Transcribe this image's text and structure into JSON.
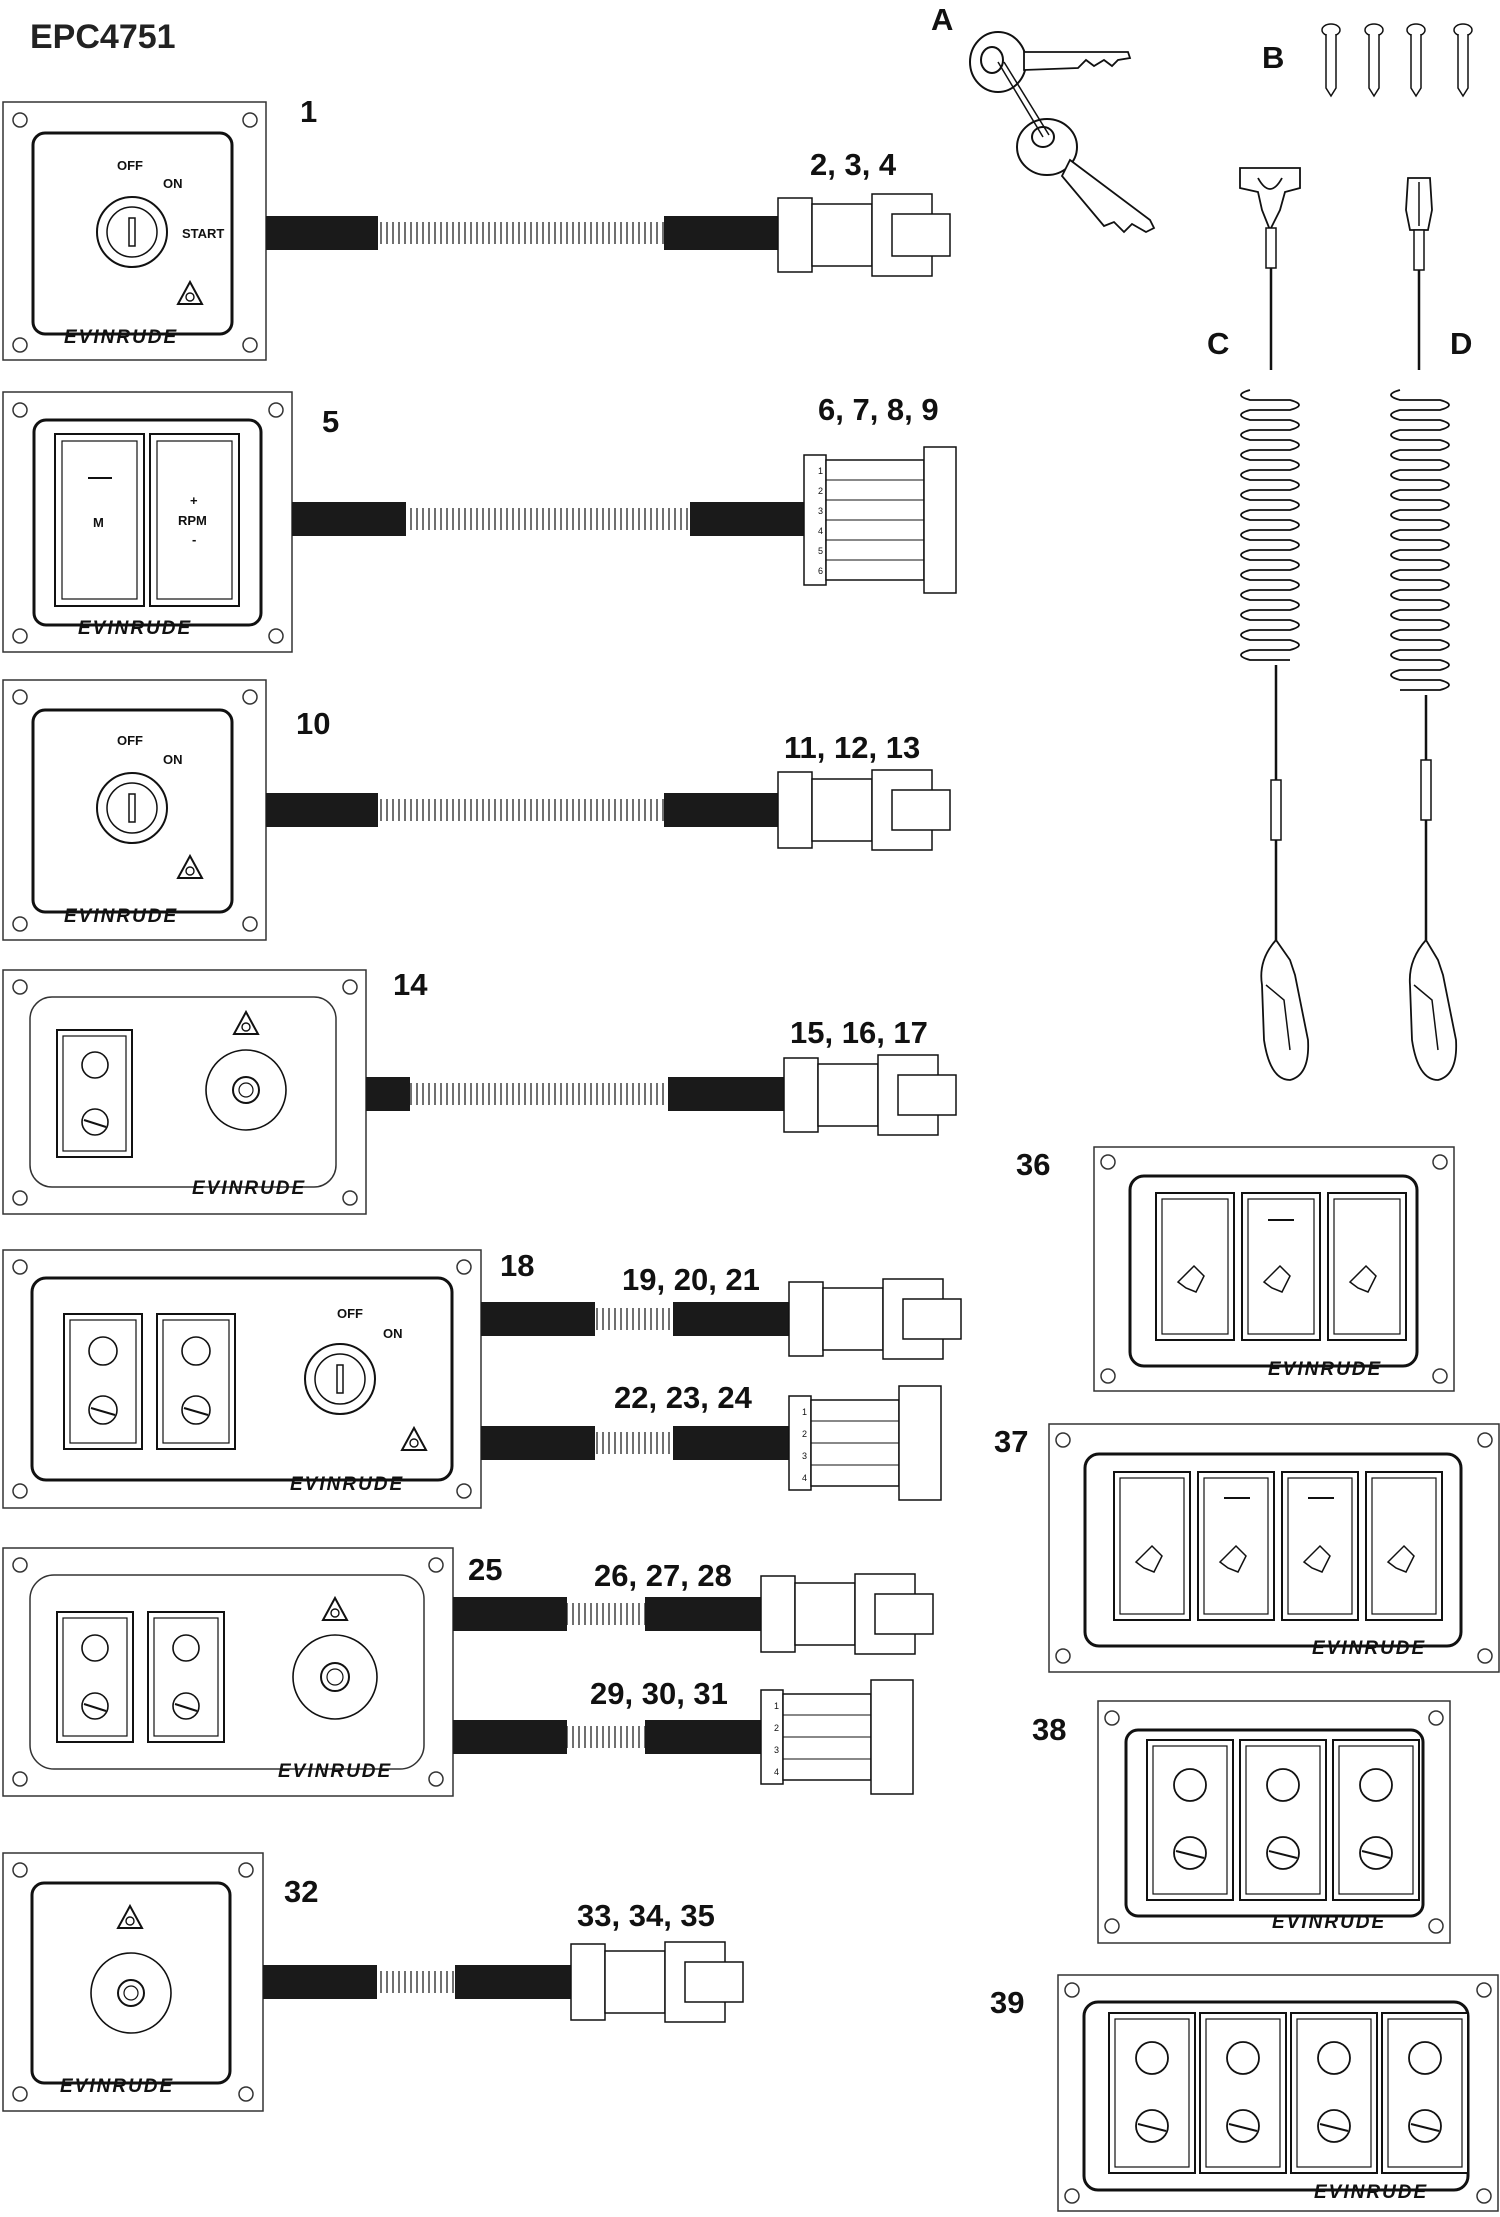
{
  "diagram_id": "EPC4751",
  "accessories": {
    "keys": "A",
    "screws": "B",
    "lanyard_clip": "C",
    "lanyard_hook": "D"
  },
  "panels": [
    {
      "callout": "1",
      "connector_callout": "2, 3, 4",
      "switch_labels": [
        "OFF",
        "ON",
        "START"
      ],
      "brand": "EVINRUDE"
    },
    {
      "callout": "5",
      "connector_callout": "6, 7, 8, 9",
      "rocker_labels": [
        "M",
        "+",
        "RPM",
        "-"
      ],
      "pins": [
        "1",
        "2",
        "3",
        "4",
        "5",
        "6"
      ],
      "brand": "EVINRUDE"
    },
    {
      "callout": "10",
      "connector_callout": "11, 12, 13",
      "switch_labels": [
        "OFF",
        "ON"
      ],
      "brand": "EVINRUDE"
    },
    {
      "callout": "14",
      "connector_callout": "15, 16, 17",
      "brand": "EVINRUDE"
    },
    {
      "callout": "18",
      "connector_callouts": [
        "19, 20, 21",
        "22, 23, 24"
      ],
      "switch_labels": [
        "OFF",
        "ON"
      ],
      "pins": [
        "1",
        "2",
        "3",
        "4"
      ],
      "brand": "EVINRUDE"
    },
    {
      "callout": "25",
      "connector_callouts": [
        "26, 27, 28",
        "29, 30, 31"
      ],
      "pins": [
        "1",
        "2",
        "3",
        "4"
      ],
      "brand": "EVINRUDE"
    },
    {
      "callout": "32",
      "connector_callout": "33, 34, 35",
      "brand": "EVINRUDE"
    },
    {
      "callout": "36",
      "brand": "EVINRUDE"
    },
    {
      "callout": "37",
      "brand": "EVINRUDE"
    },
    {
      "callout": "38",
      "brand": "EVINRUDE"
    },
    {
      "callout": "39",
      "brand": "EVINRUDE"
    }
  ]
}
